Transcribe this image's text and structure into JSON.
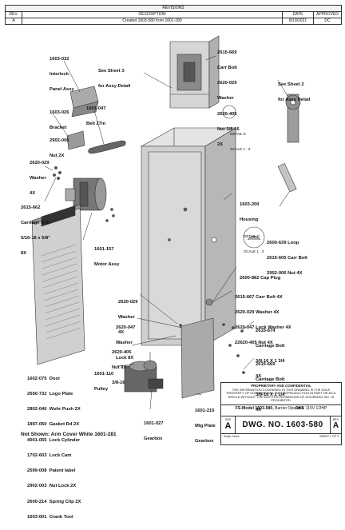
{
  "revisions": {
    "title": "REVISIONS",
    "headers": {
      "rev": "REV.",
      "description": "DESCRIPTION",
      "date": "DATE",
      "approved": "APPROVED"
    },
    "rows": [
      {
        "rev": "A",
        "description": "Created 1603-580 from 1601-180",
        "date": "8/19/2021",
        "approved": "DC"
      }
    ]
  },
  "callouts": {
    "interlock": [
      "1603-032",
      "Interlock",
      "Panel Assy"
    ],
    "see_sheet3": [
      "See Sheet 3",
      "for Assy Detail"
    ],
    "carr_bolt_top": [
      "2615-669",
      "Carr Bolt",
      "2620-029",
      "Washer",
      "2620-405",
      "Nut 3/8-16",
      "2X"
    ],
    "see_sheet2": [
      "See Sheet 2",
      "for Assy Detail"
    ],
    "bracket": [
      "1603-026",
      "Bracket"
    ],
    "belt": [
      "1601-047",
      "Belt 27in"
    ],
    "detail_e": [
      "DETAIL E",
      "SCALE 1 : 3"
    ],
    "nut2x": [
      "2902-006",
      "Nut 2X"
    ],
    "washer4x_left": [
      "2620-029",
      "Washer",
      "4X"
    ],
    "carriage_bolt_left": [
      "2615-662",
      "Carriage Bolt",
      "5/16-18 x 5/8\"",
      "8X"
    ],
    "housing": [
      "1603-200",
      "Housing"
    ],
    "detail_d": [
      "DETAIL D",
      "SCALE 1 : 3"
    ],
    "loop": [
      "2600-639 Loop",
      "2615-605 Carr Bolt",
      "2902-006 Nut 4X"
    ],
    "motor": [
      "1601-157",
      "Motor Assy"
    ],
    "cap_plug": [
      "2600-882 Cap Plug"
    ],
    "washer4x_mid": [
      "2620-029",
      "Washer",
      "4X"
    ],
    "carr_bolt_4x": [
      "2615-667 Carr Bolt 4X",
      "2620-029 Washer 4X",
      "2620-047 Lock Washer 4X",
      "22620-405 Nut 4X"
    ],
    "lock_washer": [
      "2620-047",
      "Washer",
      "Lock 8X"
    ],
    "carriage_bolt_134": [
      "2615-674",
      "Carriage Bolt",
      "3/8-16 X 1 3/4",
      "4X"
    ],
    "nut8x": [
      "2620-405",
      "Nut 8X",
      "3/8-16"
    ],
    "pulley": [
      "1601-110",
      "Pulley"
    ],
    "carriage_bolt_114": [
      "2615-669",
      "Carriage Bolt",
      "3/8-16 X 1 1/4",
      "4X"
    ],
    "door": [
      "1602-075  Door",
      "2600-732  Logo Plate",
      "2802-040  Wshr Push 2X",
      "1897-050  Gasket Rd 2X",
      "4001-055  Lock Cylinder",
      "1702-603  Lock Cam",
      "2599-008  Patent label",
      "2902-003  Nut Lock 2X",
      "2600-214  Spring Clip 2X",
      "1603-001  Crank Tool"
    ],
    "mtg_plate": [
      "1601-215",
      "Mtg Plate",
      "Gearbox"
    ],
    "gearbox": [
      "1601-027",
      "Gearbox"
    ]
  },
  "not_shown": "Not Shown: Arm Cover White 1601-281",
  "title_block": {
    "prop_title": "PROPRIETARY AND CONFIDENTIAL",
    "prop_text": "THE INFORMATION CONTAINED IN THIS DRAWING IS THE SOLE PROPERTY OF DOORKING INC. ANY REPRODUCTION IN PART OR AS A WHOLE WITHOUT THE WRITTEN PERMISSION OF DOORKING INC. IS PROHIBITED.",
    "logo": "DKS",
    "model_bold": "FS-Model 1603-580,",
    "model_rest": " Barrier Operator, 115V 1/2HP",
    "size_label": "SIZE",
    "size": "A",
    "dwg_no": "DWG.  NO.   1603-580",
    "rev_label": "REV",
    "rev": "A",
    "scale": "Scale: None",
    "sheet": "SHEET 1 OF 3"
  },
  "colors": {
    "line": "#333333",
    "housing": "#c9c9c9",
    "metal": "#9a9a9a",
    "dark": "#3a3a3a"
  }
}
